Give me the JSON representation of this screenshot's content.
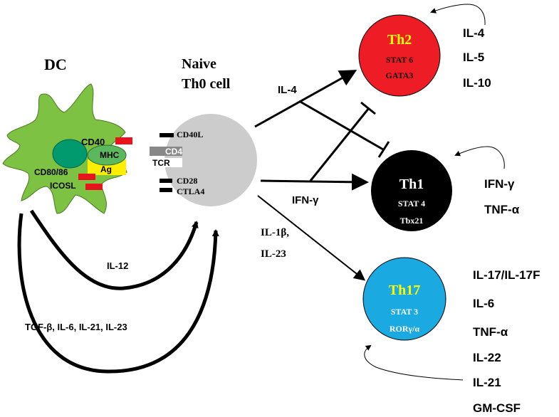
{
  "dc": {
    "title": "DC",
    "molecules": {
      "cd40": "CD40",
      "mhc": "MHC",
      "ag": "Ag",
      "cd80_86": "CD80/86",
      "icosl": "ICOSL"
    },
    "colors": {
      "cell": "#7dc242",
      "nucleus": "#009a6e",
      "mhc": "#5cb85c",
      "ag": "#ffee00",
      "marker": "#e8141b"
    }
  },
  "naive": {
    "title_line1": "Naive",
    "title_line2": "Th0 cell",
    "receptors": {
      "cd40l": "CD40L",
      "cd4": "CD4",
      "tcr": "TCR",
      "cd28": "CD28",
      "ctla4": "CTLA4"
    },
    "color": "#cccccc"
  },
  "signals": {
    "il4": "IL-4",
    "ifng": "IFN-γ",
    "il1b": "IL-1β,",
    "il23": "IL-23",
    "il12": "IL-12",
    "tgfb": "TGF-β, IL-6, IL-21, IL-23"
  },
  "th2": {
    "title": "Th2",
    "tf1": "STAT 6",
    "tf2": "GATA3",
    "cytokines": [
      "IL-4",
      "IL-5",
      "IL-10"
    ],
    "colors": {
      "fill": "#ee1c25",
      "title": "#ffff00",
      "text": "#111111"
    }
  },
  "th1": {
    "title": "Th1",
    "tf1": "STAT 4",
    "tf2": "Tbx21",
    "cytokines": [
      "IFN-γ",
      "TNF-α"
    ],
    "colors": {
      "fill": "#000000",
      "title": "#ffffff",
      "text": "#ffffff"
    }
  },
  "th17": {
    "title": "Th17",
    "tf1": "STAT 3",
    "tf2": "RORγ/α",
    "cytokines": [
      "IL-17/IL-17F",
      "IL-6",
      "TNF-α",
      "IL-22",
      "IL-21",
      "GM-CSF"
    ],
    "colors": {
      "fill": "#1ba9e1",
      "title": "#ffff00",
      "text": "#ffffff"
    }
  }
}
